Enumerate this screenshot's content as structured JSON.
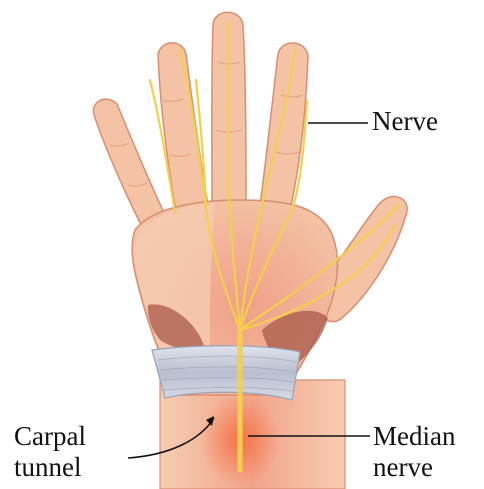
{
  "labels": {
    "nerve": "Nerve",
    "carpal_tunnel": [
      "Carpal",
      "tunnel"
    ],
    "median_nerve": [
      "Median",
      "nerve"
    ]
  },
  "colors": {
    "skin": "#f4c3a6",
    "skin_shade": "#eba98c",
    "skin_outline": "#d98d70",
    "palm_center": "#f0a086",
    "nerve": "#f2d04c",
    "ligament": "#c9cfdc",
    "muscle": "#a7594a",
    "leader_line": "#111111"
  }
}
